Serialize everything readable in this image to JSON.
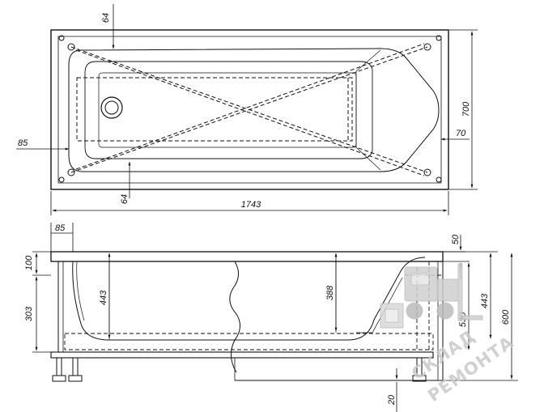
{
  "top_view": {
    "dims": {
      "top_inset": "64",
      "bottom_inset": "64",
      "left_inset": "85",
      "right_inset": "70",
      "width": "700",
      "length": "1743"
    }
  },
  "side_view": {
    "dims": {
      "rim_width": "85",
      "rim_height": "100",
      "body_height": "303",
      "depth_left": "443",
      "depth_mid": "388",
      "top_offset": "50",
      "frame_height": "530",
      "depth_right": "443",
      "total_height": "600",
      "floor_clearance": "20"
    }
  },
  "watermark": {
    "line1": "СКЛАД",
    "line2": "РЕМОНТА"
  }
}
